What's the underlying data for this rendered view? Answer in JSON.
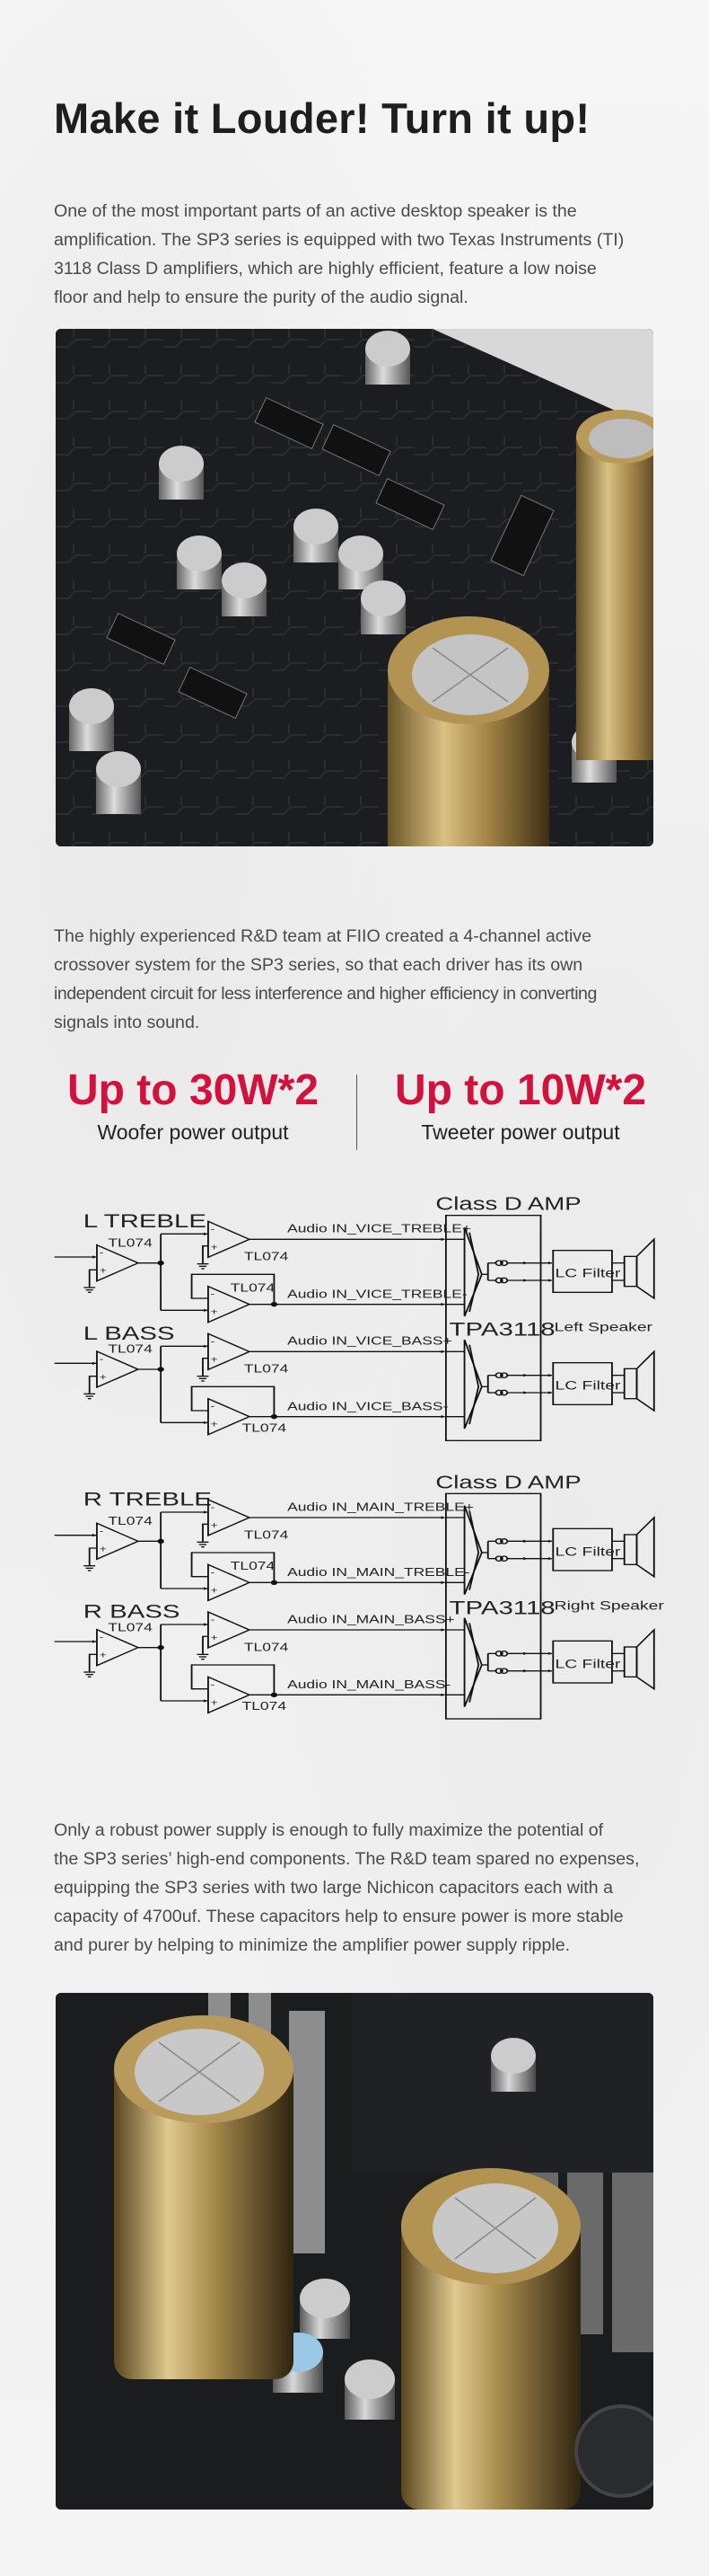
{
  "heading": "Make it Louder! Turn it up!",
  "intro_lines": [
    "One of the most important parts of an active desktop speaker is the",
    "amplification. The SP3 series is equipped with two Texas Instruments (TI)",
    "3118 Class D amplifiers, which are highly efficient, feature a low noise",
    "floor and help to ensure the purity of the audio signal."
  ],
  "crossover_lines": [
    "The highly experienced R&D team at FIIO created a 4-channel active",
    "crossover system for the SP3 series, so that each driver has its own",
    "independent circuit for less interference and higher efficiency in converting",
    "signals into sound."
  ],
  "power": [
    {
      "value": "Up to 30W*2",
      "label": "Woofer power output"
    },
    {
      "value": "Up to 10W*2",
      "label": "Tweeter power output"
    }
  ],
  "diagrams": [
    {
      "amp_title": "Class D AMP",
      "chip": "TPA3118",
      "speaker": "Left Speaker",
      "opamp": "TL074",
      "filter": "LC Filter",
      "channels": [
        {
          "name": "L TREBLE",
          "plus": "Audio IN_VICE_TREBLE+",
          "minus": "Audio IN_VICE_TREBLE-"
        },
        {
          "name": "L BASS",
          "plus": "Audio IN_VICE_BASS+",
          "minus": "Audio IN_VICE_BASS-"
        }
      ]
    },
    {
      "amp_title": "Class D AMP",
      "chip": "TPA3118",
      "speaker": "Right Speaker",
      "opamp": "TL074",
      "filter": "LC Filter",
      "channels": [
        {
          "name": "R TREBLE",
          "plus": "Audio IN_MAIN_TREBLE+",
          "minus": "Audio IN_MAIN_TREBLE-"
        },
        {
          "name": "R BASS",
          "plus": "Audio IN_MAIN_BASS+",
          "minus": "Audio IN_MAIN_BASS-"
        }
      ]
    }
  ],
  "power_supply_lines": [
    "Only a robust power supply is enough to fully maximize the potential of",
    "the SP3 series’ high-end components. The R&D team spared no expenses,",
    "equipping the SP3 series with two large Nichicon capacitors each with a",
    "capacity of 4700uf. These capacitors help to ensure power is more stable",
    "and purer by helping to minimize the amplifier power supply ripple."
  ],
  "colors": {
    "accent": "#d2123c",
    "heading": "#1e1e1e",
    "body": "#4a4a4a"
  }
}
